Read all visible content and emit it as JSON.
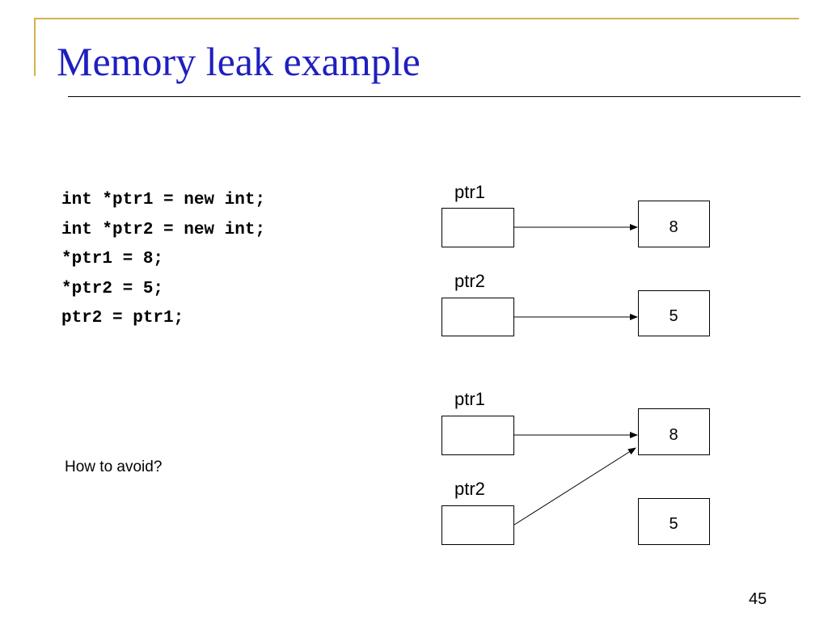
{
  "slide": {
    "title": "Memory leak example",
    "page_number": "45"
  },
  "code": {
    "lines": [
      "int *ptr1 = new int;",
      "int *ptr2 = new int;",
      "*ptr1 = 8;",
      "*ptr2 = 5;",
      "ptr2 = ptr1;"
    ]
  },
  "question": "How to avoid?",
  "diagram": {
    "before": {
      "ptr1_label": "ptr1",
      "ptr2_label": "ptr2",
      "value_1": "8",
      "value_2": "5"
    },
    "after": {
      "ptr1_label": "ptr1",
      "ptr2_label": "ptr2",
      "value_1": "8",
      "value_2": "5"
    }
  },
  "colors": {
    "title": "#1f1fbf",
    "frame_accent": "#d4b24c",
    "text": "#000000"
  }
}
